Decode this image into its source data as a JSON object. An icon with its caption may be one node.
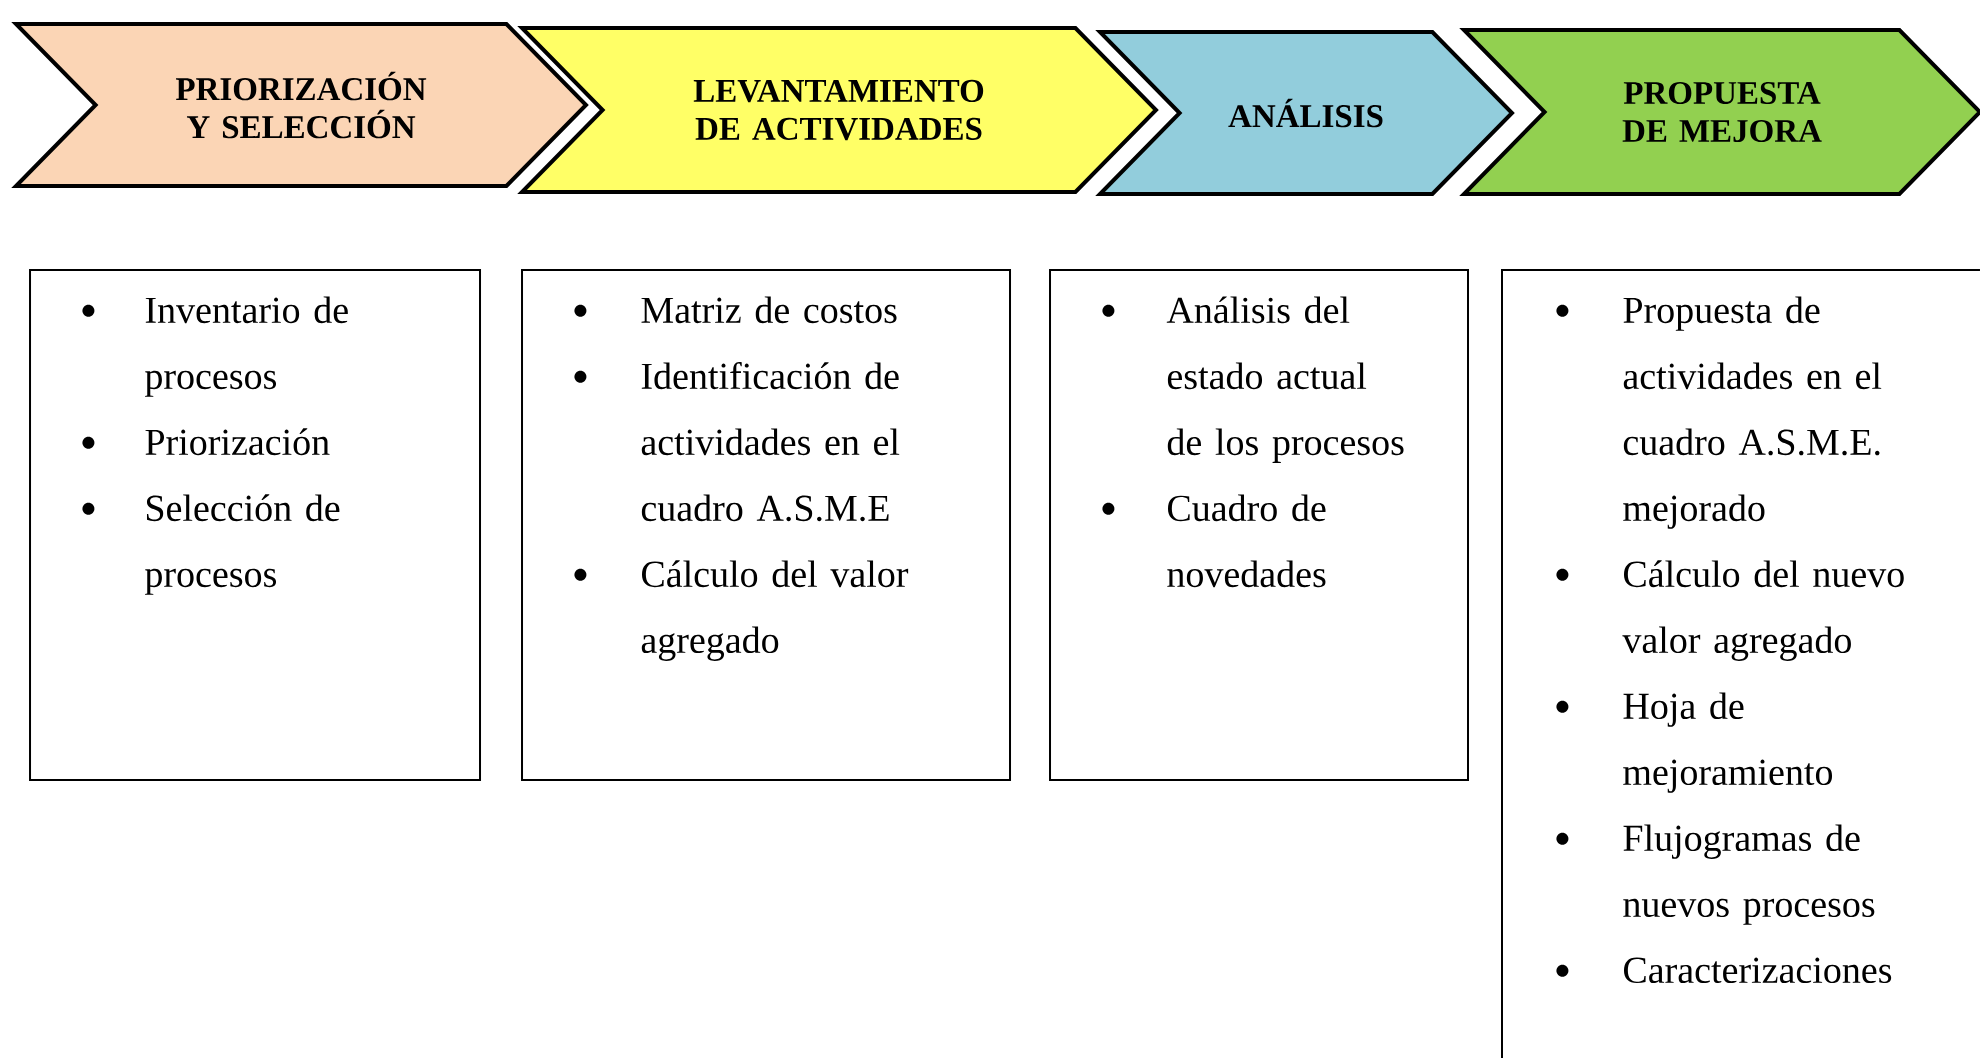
{
  "diagram": {
    "nodes": [
      {
        "text": [
          "PRIORIZACIÓN Y SELECCIÓN"
        ]
      },
      {
        "text": [
          "LEVANTAMIENTO DE ACTIVIDADES"
        ]
      },
      {
        "text": [
          "ANÁLISIS"
        ]
      },
      {
        "text": [
          "PROPUESTA DE MEJORA"
        ]
      },
      {
        "text": [
          "Inventario de procesos",
          "Priorización",
          "Selección de procesos"
        ]
      },
      {
        "text": [
          "Matriz de costos",
          "Identificación de actividades en el cuadro A.S.M.E",
          "Cálculo del valor agregado"
        ]
      },
      {
        "text": [
          "Análisis del estado actual de los procesos",
          "Cuadro de novedades"
        ]
      },
      {
        "text": [
          "Propuesta de actividades en el cuadro A.S.M.E. mejorado",
          "Cálculo del nuevo valor agregado",
          "Hoja de mejoramiento",
          "Flujogramas de nuevos procesos",
          "Caracterizaciones"
        ]
      }
    ]
  }
}
